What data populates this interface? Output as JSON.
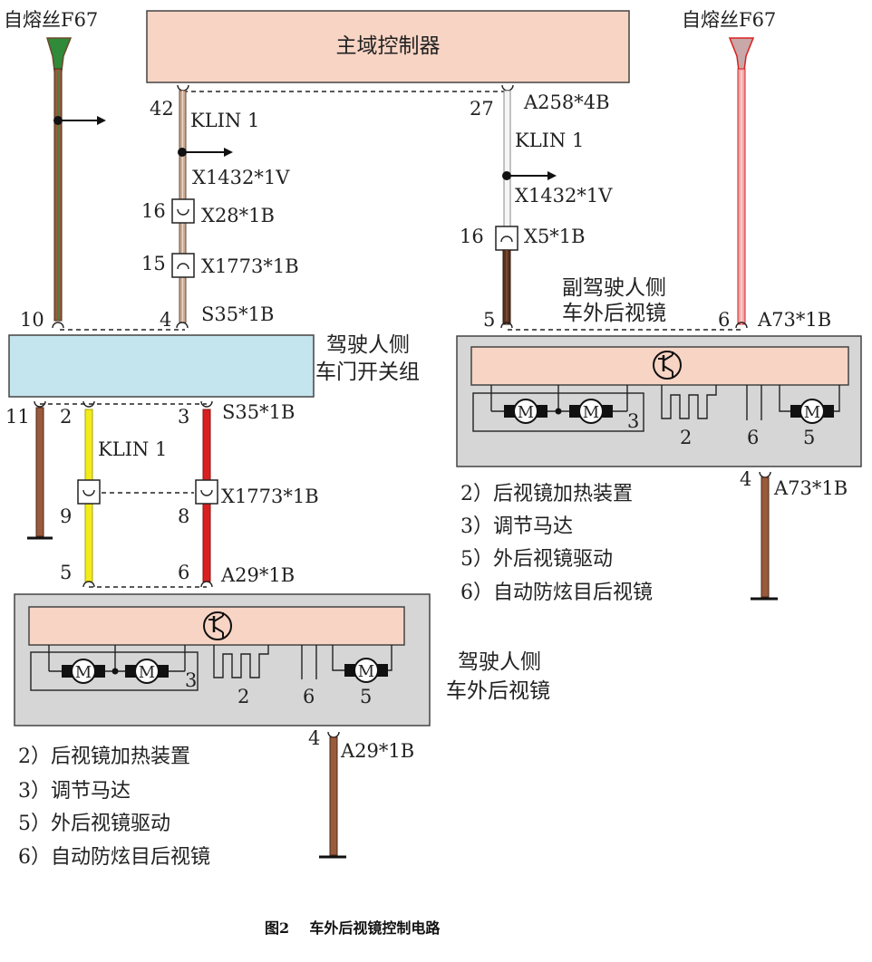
{
  "fuse_left": "自熔丝F67",
  "fuse_right": "自熔丝F67",
  "main_controller": "主域控制器",
  "left_bus": {
    "pin_controller": "42",
    "klin": "KLIN 1",
    "conn_x1432": "X1432*1V",
    "pin_x28": "16",
    "conn_x28": "X28*1B",
    "pin_x1773": "15",
    "conn_x1773": "X1773*1B"
  },
  "right_bus": {
    "pin_controller": "27",
    "conn_a258": "A258*4B",
    "klin": "KLIN 1",
    "conn_x1432": "X1432*1V",
    "pin_x5": "16",
    "conn_x5": "X5*1B"
  },
  "driver_switch": {
    "name_line1": "驾驶人侧",
    "name_line2": "车门开关组",
    "pin_top_left": "10",
    "pin_top_mid": "4",
    "conn_top": "S35*1B",
    "pin_bottom_11": "11",
    "pin_bottom_2": "2",
    "pin_bottom_3": "3",
    "conn_bottom": "S35*1B"
  },
  "driver_harness": {
    "klin": "KLIN 1",
    "pin_9": "9",
    "pin_8": "8",
    "conn_x1773": "X1773*1B",
    "pin_5": "5",
    "pin_6": "6",
    "conn_a29": "A29*1B"
  },
  "driver_mirror": {
    "name_line1": "驾驶人侧",
    "name_line2": "车外后视镜",
    "motor_label": "M",
    "item_3": "3",
    "item_2": "2",
    "item_6": "6",
    "item_5": "5",
    "ground_pin": "4",
    "ground_conn": "A29*1B"
  },
  "passenger_mirror": {
    "name_line1": "副驾驶人侧",
    "name_line2": "车外后视镜",
    "pin_5": "5",
    "pin_6": "6",
    "conn_top": "A73*1B",
    "motor_label": "M",
    "item_3": "3",
    "item_2": "2",
    "item_6": "6",
    "item_5": "5",
    "ground_pin": "4",
    "ground_conn": "A73*1B"
  },
  "legend_right": [
    "2）后视镜加热装置",
    "3）调节马达",
    "5）外后视镜驱动",
    "6）自动防炫目后视镜"
  ],
  "legend_left": [
    "2）后视镜加热装置",
    "3）调节马达",
    "5）外后视镜驱动",
    "6）自动防炫目后视镜"
  ],
  "caption": "图2    车外后视镜控制电路",
  "colors": {
    "controller_fill": "#f8d4c4",
    "switch_fill": "#c4e4ee",
    "mirror_box_fill": "#d6d6d6",
    "mirror_bar_fill": "#f8d4c4",
    "wire_brown": "#9a5a3c",
    "wire_yellow": "#f2ec1a",
    "wire_red": "#d82020",
    "wire_pink": "#f0a8a8",
    "wire_white": "#f4f4f4",
    "fuse_green": "#2f8a3a"
  }
}
